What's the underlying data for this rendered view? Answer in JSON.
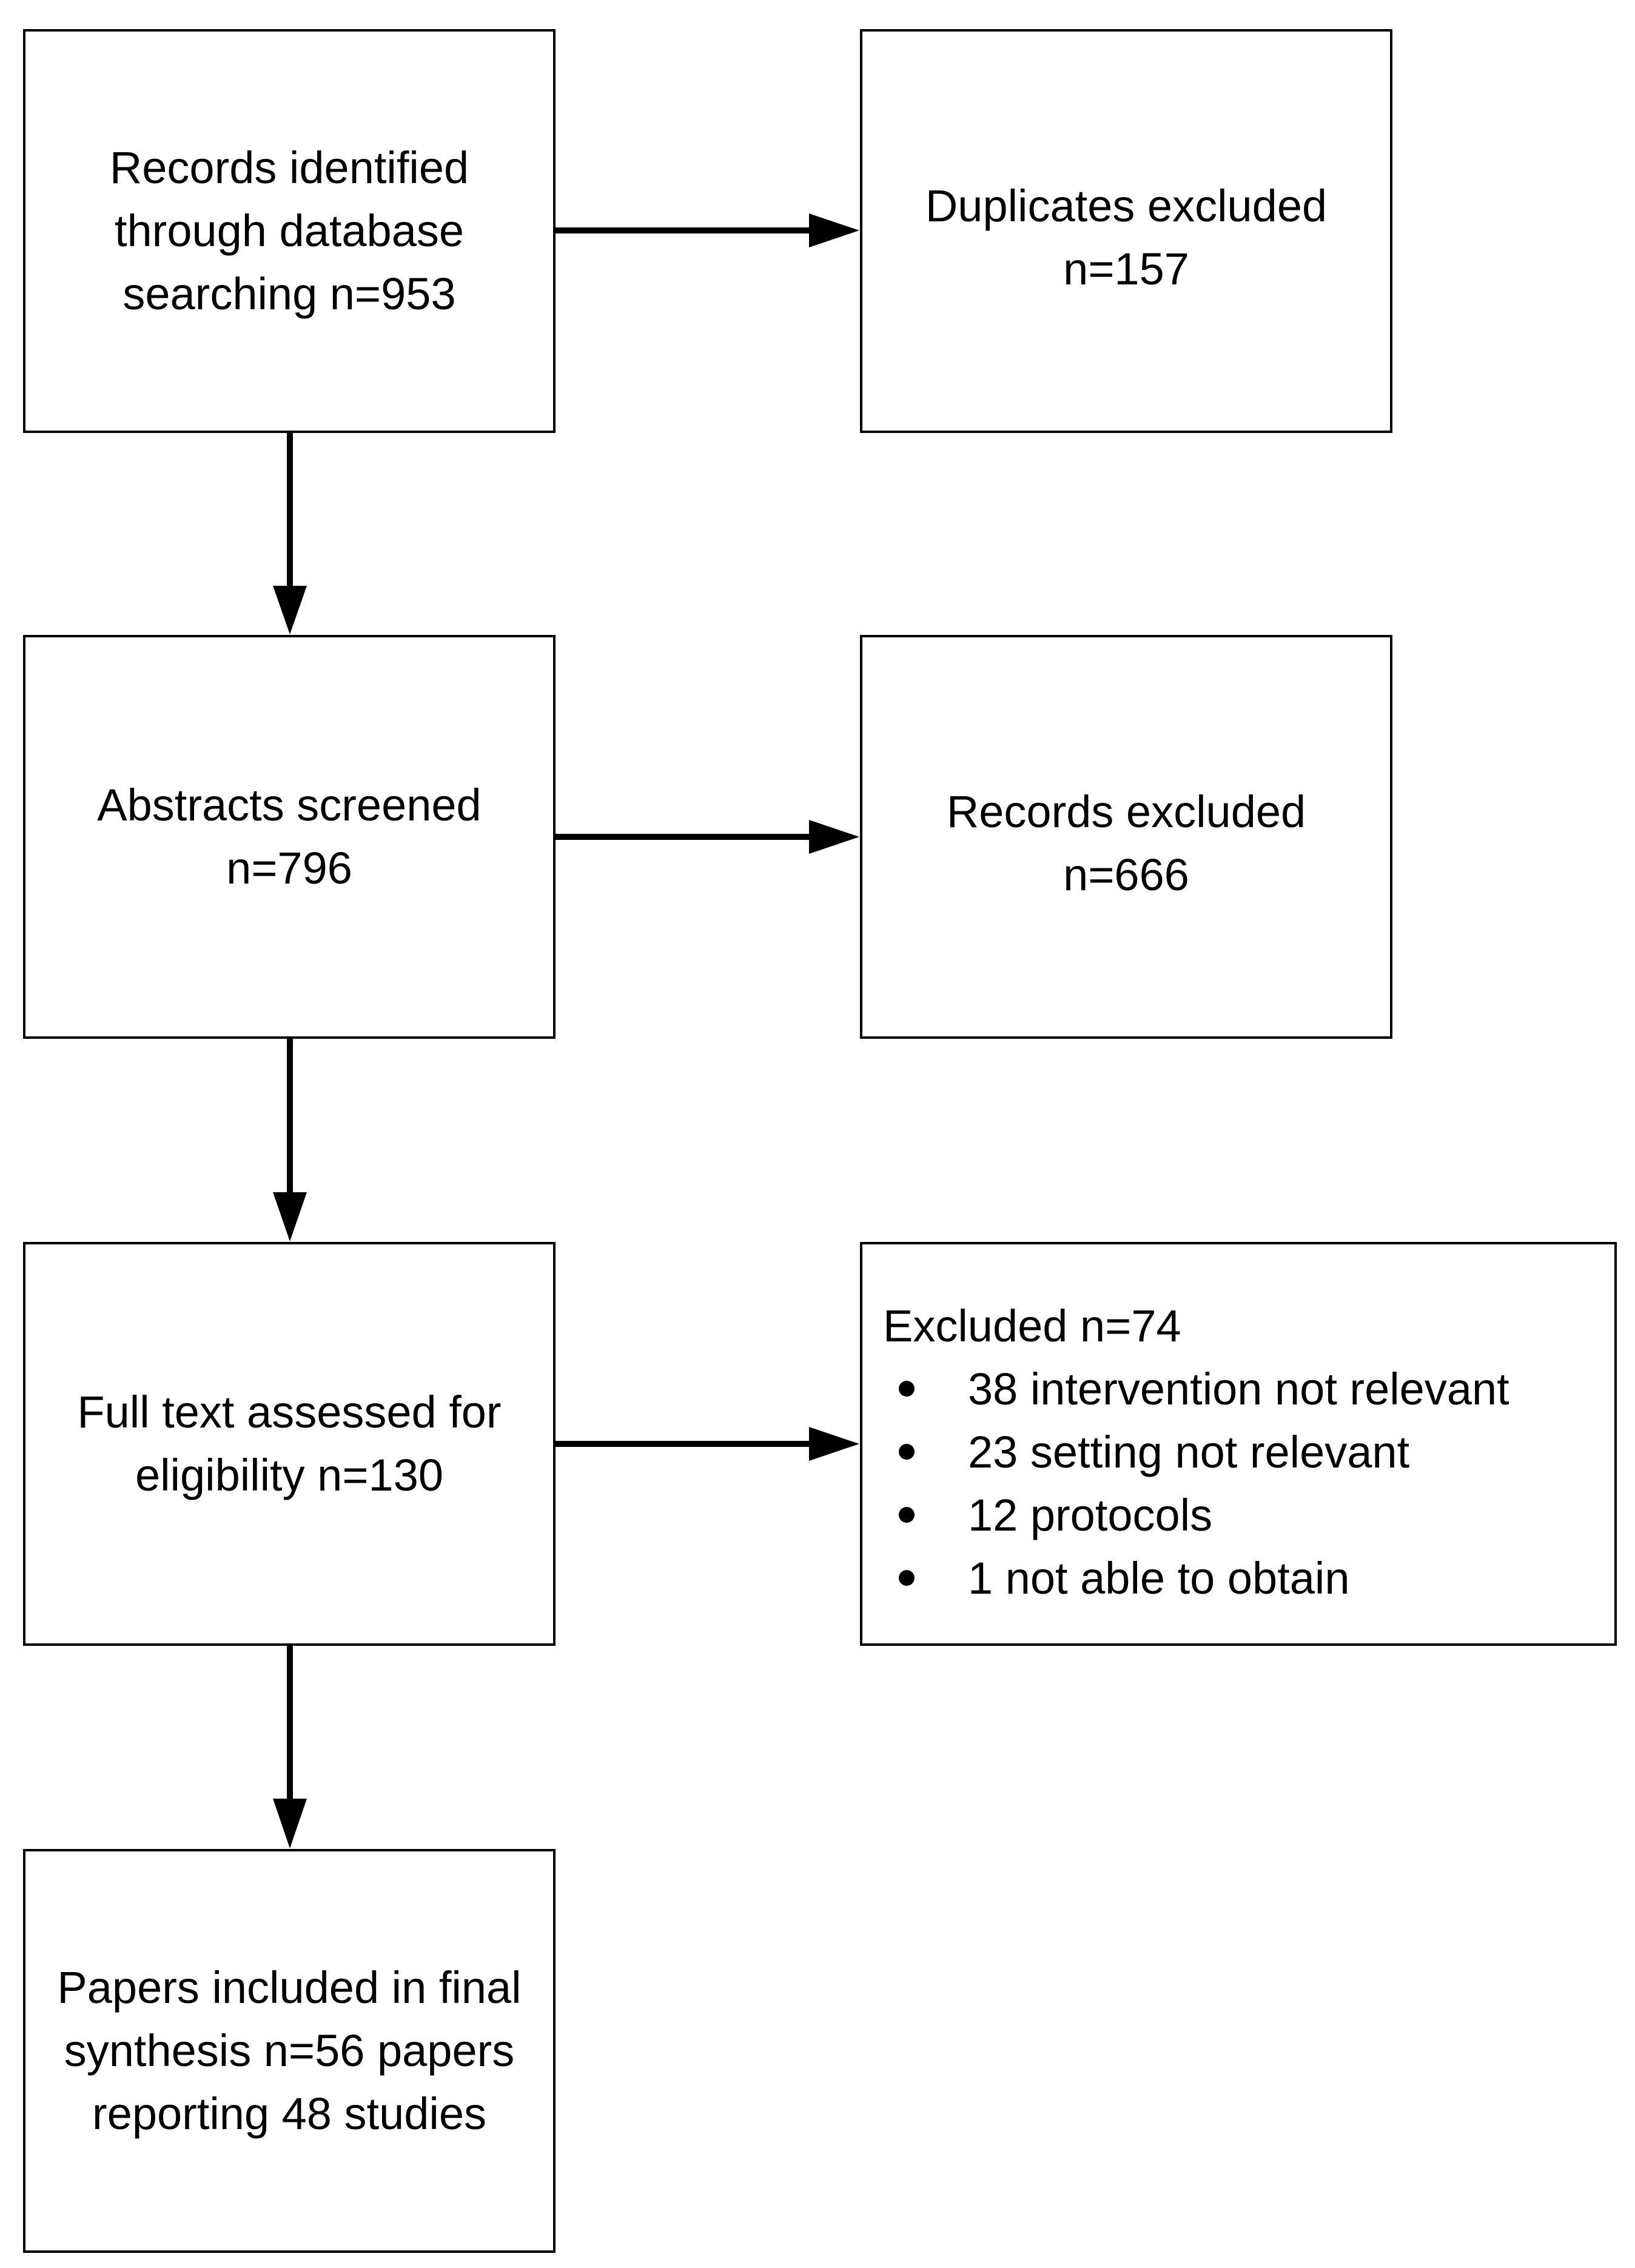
{
  "flow": {
    "records_identified": "Records identified\nthrough database\nsearching n=953",
    "duplicates_excluded": "Duplicates excluded\nn=157",
    "abstracts_screened": "Abstracts screened\nn=796",
    "records_excluded": "Records excluded\nn=666",
    "full_text_assessed": "Full text assessed for\neligibility n=130",
    "excluded": {
      "heading": "Excluded n=74",
      "reasons": [
        "38 intervention not relevant",
        "23 setting not relevant",
        "12 protocols",
        "1 not able to obtain"
      ]
    },
    "papers_included": "Papers included in final\nsynthesis n=56 papers\nreporting 48 studies"
  },
  "colors": {
    "stroke": "#000000",
    "background": "#ffffff"
  }
}
